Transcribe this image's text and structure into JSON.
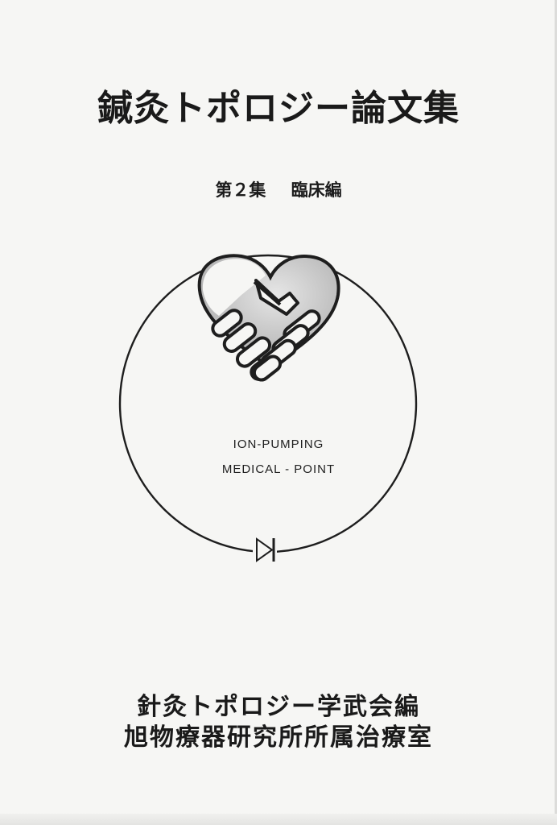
{
  "cover": {
    "title": "鍼灸トポロジー論文集",
    "volume": "第２集",
    "section": "臨床編",
    "emblem_line1": "ION-PUMPING",
    "emblem_line2": "MEDICAL - POINT",
    "publisher_line1": "針灸トポロジー学武会編",
    "publisher_line2": "旭物療器研究所所属治療室"
  },
  "colors": {
    "paper": "#f6f6f4",
    "ink": "#1c1c1c",
    "heart_fill": "#bdbdbd"
  },
  "icons": {
    "emblem": "handshake-heart-icon",
    "diode": "diode-icon"
  }
}
